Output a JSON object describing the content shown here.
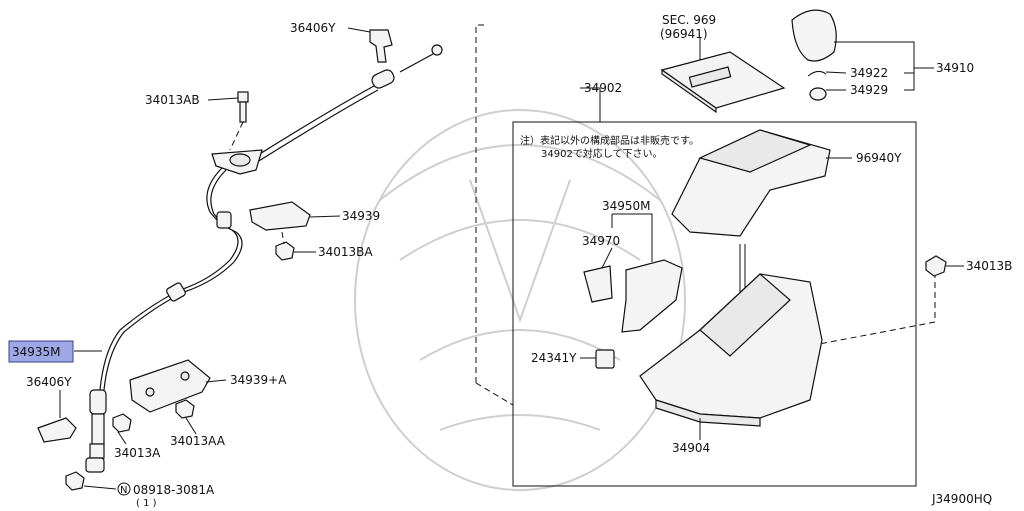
{
  "diagram_id": "J34900HQ",
  "note": {
    "line1": "注）表記以外の構成部品は非販売です。",
    "line2": "34902で対応して下さい。"
  },
  "labels": {
    "p36406y_top": "36406Y",
    "p34013ab": "34013AB",
    "p34939": "34939",
    "p34013ba": "34013BA",
    "p34935m": "34935M",
    "p36406y_bottom": "36406Y",
    "p34939a": "34939+A",
    "p34013a": "34013A",
    "p34013aa": "34013AA",
    "p08918_prefix": "N",
    "p08918": "08918-3081A",
    "p08918_qty": "( 1 )",
    "sec969_line1": "SEC. 969",
    "sec969_line2": "(96941)",
    "p34902": "34902",
    "p34922": "34922",
    "p34929": "34929",
    "p34910": "34910",
    "p96940y": "96940Y",
    "p34950m": "34950M",
    "p34970": "34970",
    "p24341y": "24341Y",
    "p34904": "34904",
    "p34013b": "34013B"
  },
  "highlight_color": "#9fa8e6"
}
